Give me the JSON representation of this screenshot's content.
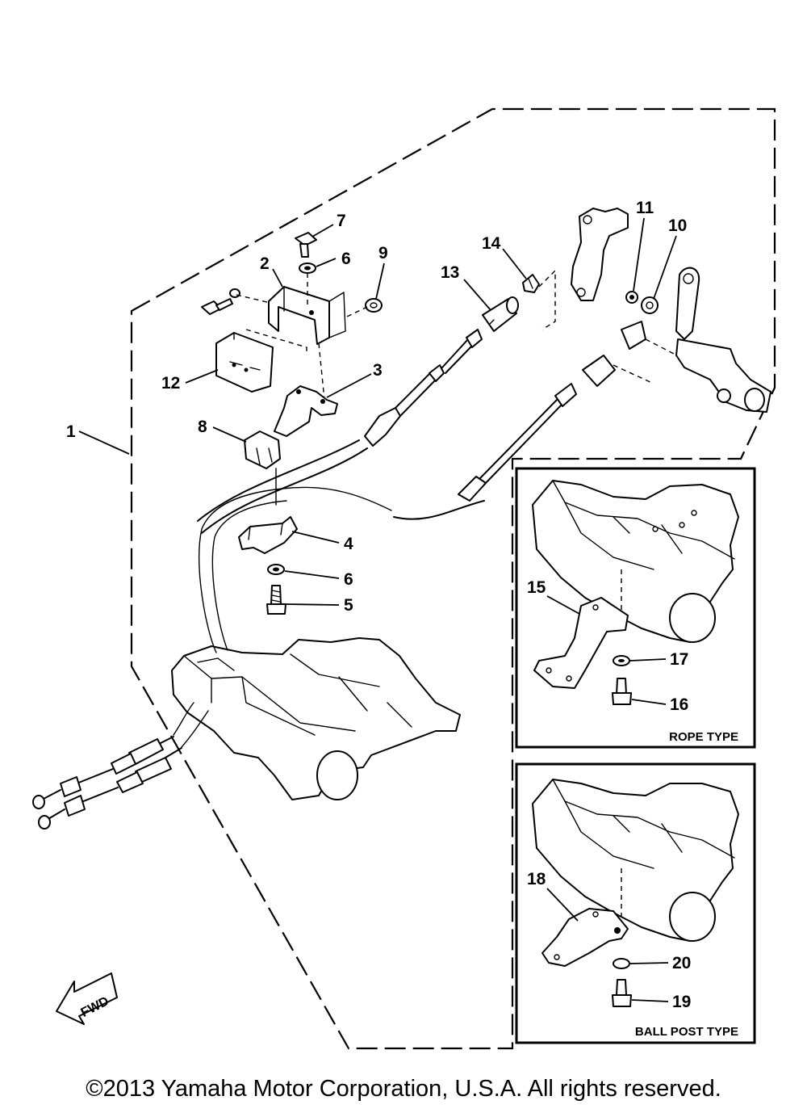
{
  "parts": [
    {
      "num": "1"
    },
    {
      "num": "2"
    },
    {
      "num": "3"
    },
    {
      "num": "4"
    },
    {
      "num": "5"
    },
    {
      "num": "6"
    },
    {
      "num": "6"
    },
    {
      "num": "7"
    },
    {
      "num": "8"
    },
    {
      "num": "9"
    },
    {
      "num": "10"
    },
    {
      "num": "11"
    },
    {
      "num": "12"
    },
    {
      "num": "13"
    },
    {
      "num": "14"
    },
    {
      "num": "15"
    },
    {
      "num": "16"
    },
    {
      "num": "17"
    },
    {
      "num": "18"
    },
    {
      "num": "19"
    },
    {
      "num": "20"
    }
  ],
  "insets": {
    "rope": {
      "caption": "ROPE TYPE"
    },
    "ballpost": {
      "caption": "BALL POST TYPE"
    }
  },
  "direction": {
    "label": "FWD"
  },
  "footer": {
    "copyright": "©2013 Yamaha Motor Corporation, U.S.A. All rights reserved."
  }
}
